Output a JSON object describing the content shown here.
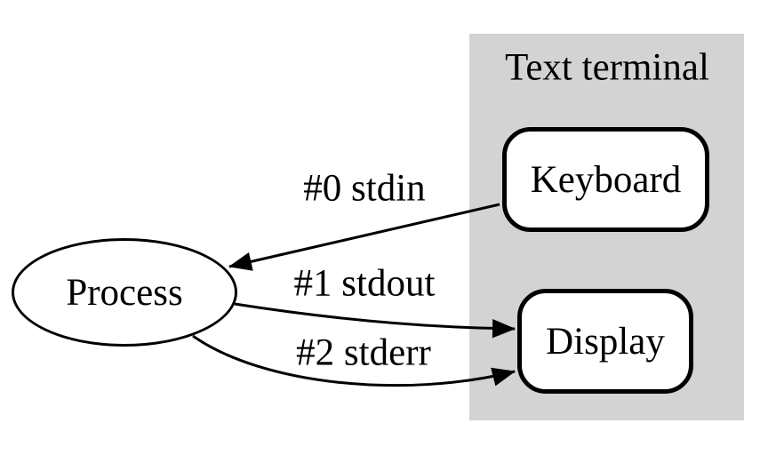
{
  "diagram": {
    "cluster": {
      "title": "Text terminal",
      "bg_color": "#d3d3d3"
    },
    "nodes": [
      {
        "id": "process",
        "label": "Process",
        "shape": "ellipse"
      },
      {
        "id": "keyboard",
        "label": "Keyboard",
        "shape": "rounded-rect"
      },
      {
        "id": "display",
        "label": "Display",
        "shape": "rounded-rect"
      }
    ],
    "edges": [
      {
        "id": "stdin",
        "label": "#0 stdin",
        "from": "Keyboard",
        "to": "Process"
      },
      {
        "id": "stdout",
        "label": "#1 stdout",
        "from": "Process",
        "to": "Display"
      },
      {
        "id": "stderr",
        "label": "#2 stderr",
        "from": "Process",
        "to": "Display"
      }
    ],
    "colors": {
      "canvas_bg": "#ffffff",
      "cluster_bg": "#d3d3d3",
      "node_bg": "#ffffff",
      "line": "#000000"
    }
  }
}
